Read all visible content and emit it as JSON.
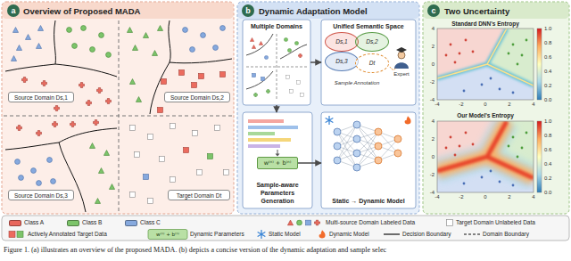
{
  "diagram": {
    "caption": "Figure 1. (a) illustrates an overview of the proposed MADA. (b) depicts a concise version of the dynamic adaptation and sample selec",
    "nodes": [
      {
        "text": [
          "Overview of Proposed MADA"
        ]
      },
      {
        "text": [
          "a"
        ],
        "in": 0
      },
      {
        "text": [
          "Source Domain Ds,1"
        ],
        "in": 0
      },
      {
        "text": [
          "Source Domain Ds,2"
        ],
        "in": 0
      },
      {
        "text": [
          "Source Domain Ds,3"
        ],
        "in": 0
      },
      {
        "text": [
          "Target Domain Dt"
        ],
        "in": 0
      },
      {
        "text": [
          "Dynamic Adaptation Model"
        ]
      },
      {
        "text": [
          "b"
        ],
        "in": 6
      },
      {
        "text": [
          "Multiple Domains"
        ],
        "in": 6
      },
      {
        "text": [
          "Unified Semantic Space"
        ],
        "in": 6
      },
      {
        "text": [
          "Ds,1"
        ],
        "in": 9
      },
      {
        "text": [
          "Ds,2"
        ],
        "in": 9
      },
      {
        "text": [
          "Ds,3"
        ],
        "in": 9
      },
      {
        "text": [
          "Dt"
        ],
        "in": 9
      },
      {
        "text": [
          "Sample-aware Parameters Generation"
        ],
        "in": 6
      },
      {
        "text": [
          "w⁽ⁿ⁾ + b⁽ⁿ⁾"
        ],
        "in": 14
      },
      {
        "text": [
          "Static → Dynamic Model"
        ],
        "in": 6
      },
      {
        "text": [
          "Two Uncertainty"
        ]
      },
      {
        "text": [
          "c"
        ],
        "in": 17
      },
      {
        "text": [
          "Standard DNN's Entropy"
        ],
        "in": 17
      },
      {
        "text": [
          "Our Model's Entropy"
        ],
        "in": 17
      }
    ],
    "edges": [
      {
        "from": 8,
        "to": 9,
        "arrow": "to"
      },
      {
        "from": 8,
        "to": 14,
        "arrow": "to"
      },
      {
        "from": 15,
        "to": 16,
        "arrow": "to"
      }
    ],
    "labels": [
      "Sample Annotation",
      "Expert",
      "4",
      "2",
      "0",
      "-2",
      "-4",
      "-4",
      "-2",
      "0",
      "2",
      "4",
      "1.0",
      "0.8",
      "0.6",
      "0.4",
      "0.2",
      "0.0",
      "4",
      "2",
      "0",
      "-2",
      "-4",
      "-4",
      "-2",
      "0",
      "2",
      "4",
      "1.0",
      "0.8",
      "0.6",
      "0.4",
      "0.2",
      "0.0",
      "w⁽ⁿ⁾ + b⁽ⁿ⁾"
    ],
    "legend": [
      {
        "text": "Class A",
        "color": "#e8665c"
      },
      {
        "text": "Class B",
        "color": "#7cc46a"
      },
      {
        "text": "Class C",
        "color": "#86a9de"
      },
      {
        "text": "Actively Annotated Target Data"
      },
      {
        "text": "Multi-source Domain Labeled Data"
      },
      {
        "text": "Target Domain Unlabeled Data"
      },
      {
        "text": "Dynamic Parameters"
      },
      {
        "text": "Static Model"
      },
      {
        "text": "Dynamic Model"
      },
      {
        "text": "Decision Boundary"
      },
      {
        "text": "Domain Boundary"
      }
    ]
  }
}
